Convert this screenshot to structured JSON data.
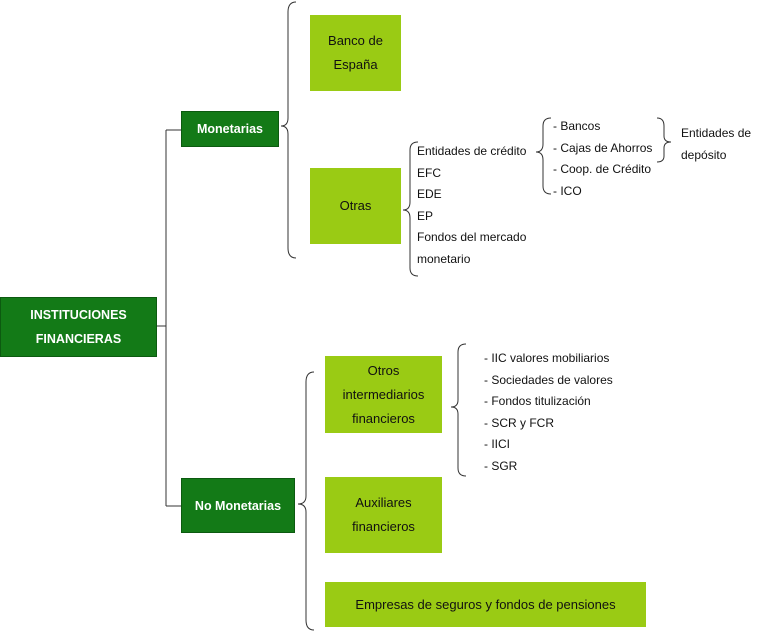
{
  "root": {
    "line1": "INSTITUCIONES",
    "line2": "FINANCIERAS"
  },
  "monetarias": {
    "label": "Monetarias",
    "banco": {
      "line1": "Banco de",
      "line2": "España"
    },
    "otras": {
      "label": "Otras",
      "items": [
        "Entidades de crédito",
        "EFC",
        "EDE",
        "EP",
        "Fondos del mercado",
        "monetario"
      ],
      "credito": [
        "- Bancos",
        "- Cajas de Ahorros",
        "- Coop. de Crédito",
        "- ICO"
      ],
      "deposito": {
        "line1": "Entidades de",
        "line2": "depósito"
      }
    }
  },
  "no_monetarias": {
    "label": "No Monetarias",
    "otros": {
      "line1": "Otros",
      "line2": "intermediarios",
      "line3": "financieros",
      "items": [
        "- IIC valores mobiliarios",
        "- Sociedades de valores",
        "- Fondos titulización",
        "- SCR y FCR",
        "- IICI",
        "- SGR"
      ]
    },
    "auxiliares": {
      "line1": "Auxiliares",
      "line2": "financieros"
    },
    "empresas": "Empresas de seguros y fondos de pensiones"
  },
  "colors": {
    "dark_green": "#137a17",
    "light_green": "#9acb14",
    "line": "#333333"
  }
}
